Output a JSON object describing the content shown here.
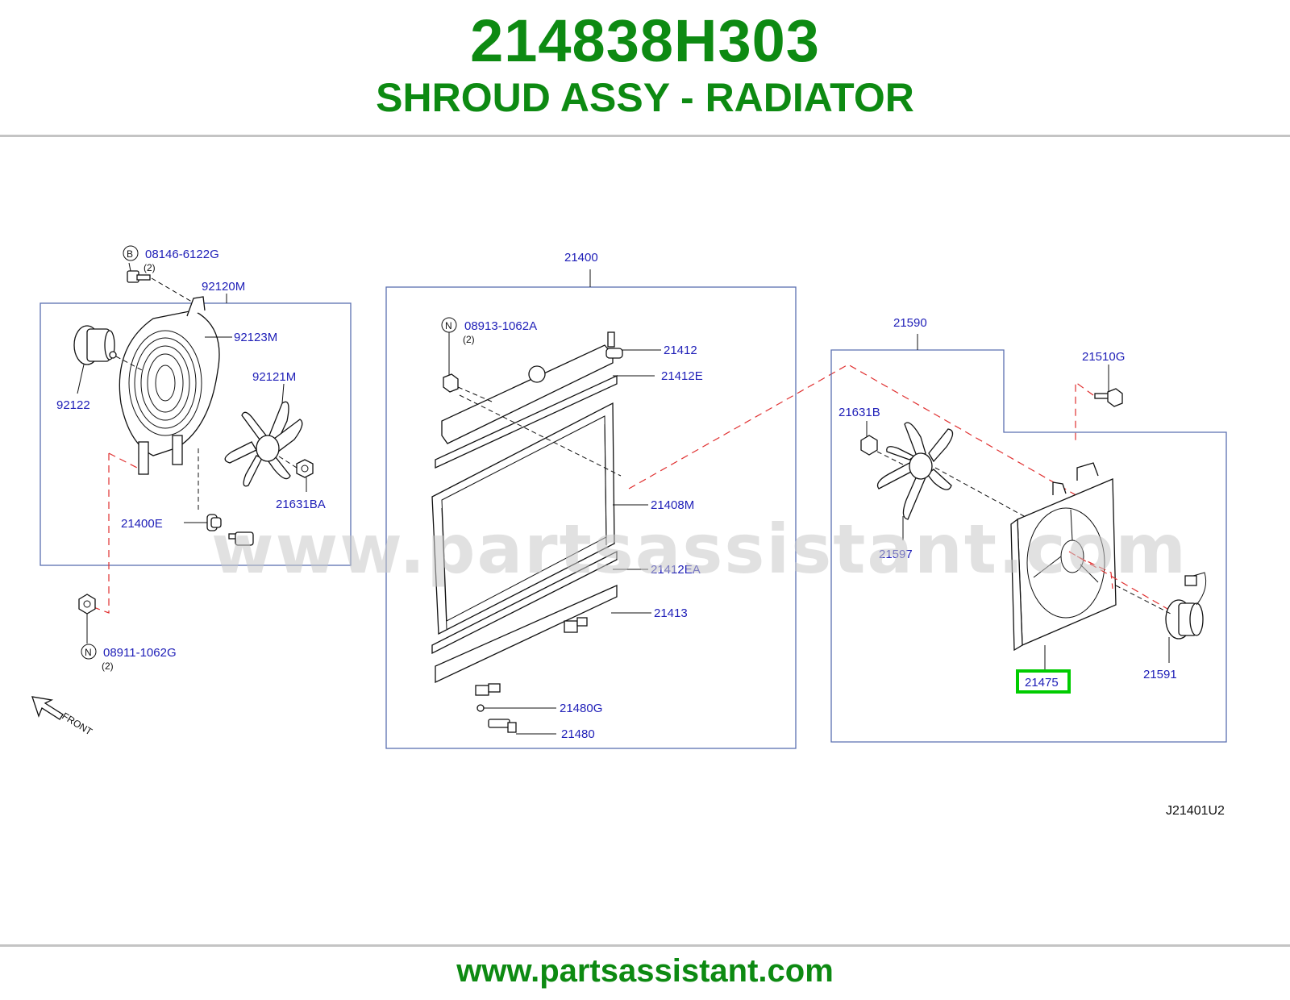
{
  "header": {
    "part_number": "214838H303",
    "part_name": "SHROUD ASSY - RADIATOR"
  },
  "diagram": {
    "watermark": "www.partsassistant.com",
    "front_label": "FRONT",
    "code": "J21401U2",
    "highlight_color": "#00cc00",
    "callouts": {
      "c_08146": "08146-6122G",
      "c_08146_qty": "(2)",
      "c_08146_badge": "B",
      "c_92120M": "92120M",
      "c_92123M": "92123M",
      "c_92121M": "92121M",
      "c_92122": "92122",
      "c_21631BA": "21631BA",
      "c_21400E": "21400E",
      "c_08911": "08911-1062G",
      "c_08911_qty": "(2)",
      "c_08911_badge": "N",
      "c_21400": "21400",
      "c_08913": "08913-1062A",
      "c_08913_qty": "(2)",
      "c_08913_badge": "N",
      "c_21412": "21412",
      "c_21412E": "21412E",
      "c_21408M": "21408M",
      "c_21412EA": "21412EA",
      "c_21413": "21413",
      "c_21480G": "21480G",
      "c_21480": "21480",
      "c_21590": "21590",
      "c_21510G": "21510G",
      "c_21631B": "21631B",
      "c_21597": "21597",
      "c_21475": "21475",
      "c_21591": "21591"
    }
  },
  "footer": {
    "url": "www.partsassistant.com"
  }
}
